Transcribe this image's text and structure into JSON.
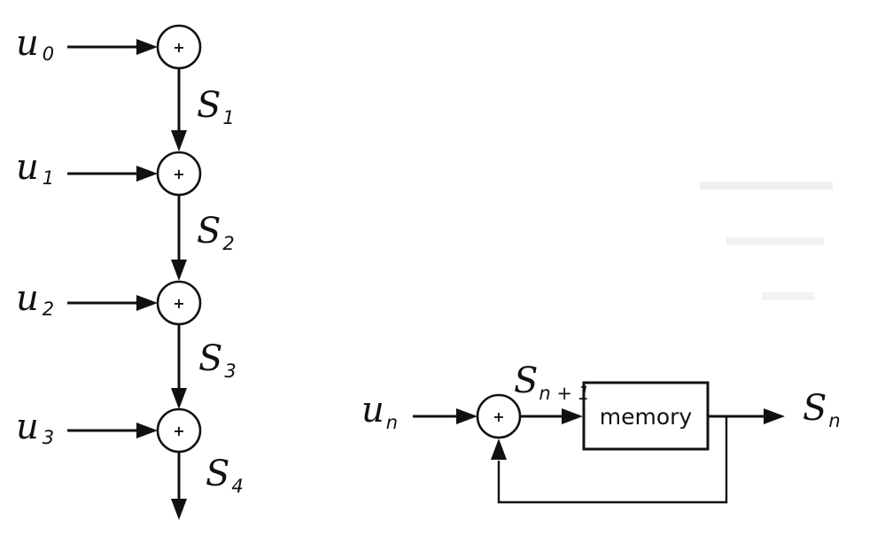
{
  "colors": {
    "ink": "#111111",
    "background": "#ffffff"
  },
  "operator_symbol": "+",
  "ladder": {
    "inputs": [
      {
        "base": "u",
        "sub": "0"
      },
      {
        "base": "u",
        "sub": "1"
      },
      {
        "base": "u",
        "sub": "2"
      },
      {
        "base": "u",
        "sub": "3"
      }
    ],
    "sums": [
      {
        "base": "S",
        "sub": "1"
      },
      {
        "base": "S",
        "sub": "2"
      },
      {
        "base": "S",
        "sub": "3"
      },
      {
        "base": "S",
        "sub": "4"
      }
    ]
  },
  "loop": {
    "input": {
      "base": "u",
      "sub": "n"
    },
    "next": {
      "base": "S",
      "sub": "n + 1"
    },
    "memory_label": "memory",
    "output": {
      "base": "S",
      "sub": "n"
    }
  }
}
